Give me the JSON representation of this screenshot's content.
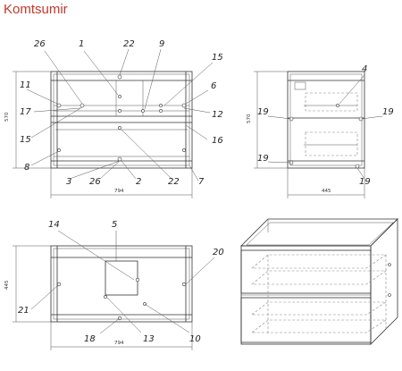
{
  "brand": "Komtsumir",
  "views": {
    "front_top": {
      "dims": {
        "width": "794",
        "height": "570"
      },
      "callouts": [
        "26",
        "1",
        "22",
        "9",
        "15",
        "11",
        "6",
        "17",
        "12",
        "15",
        "16",
        "8",
        "3",
        "26",
        "2",
        "22",
        "7"
      ]
    },
    "side": {
      "dims": {
        "width": "445",
        "height": "570"
      },
      "callouts": [
        "4",
        "19",
        "19",
        "19",
        "19"
      ]
    },
    "front_bottom": {
      "dims": {
        "width": "794",
        "height": "445"
      },
      "callouts": [
        "14",
        "5",
        "20",
        "21",
        "18",
        "13",
        "10"
      ]
    }
  }
}
